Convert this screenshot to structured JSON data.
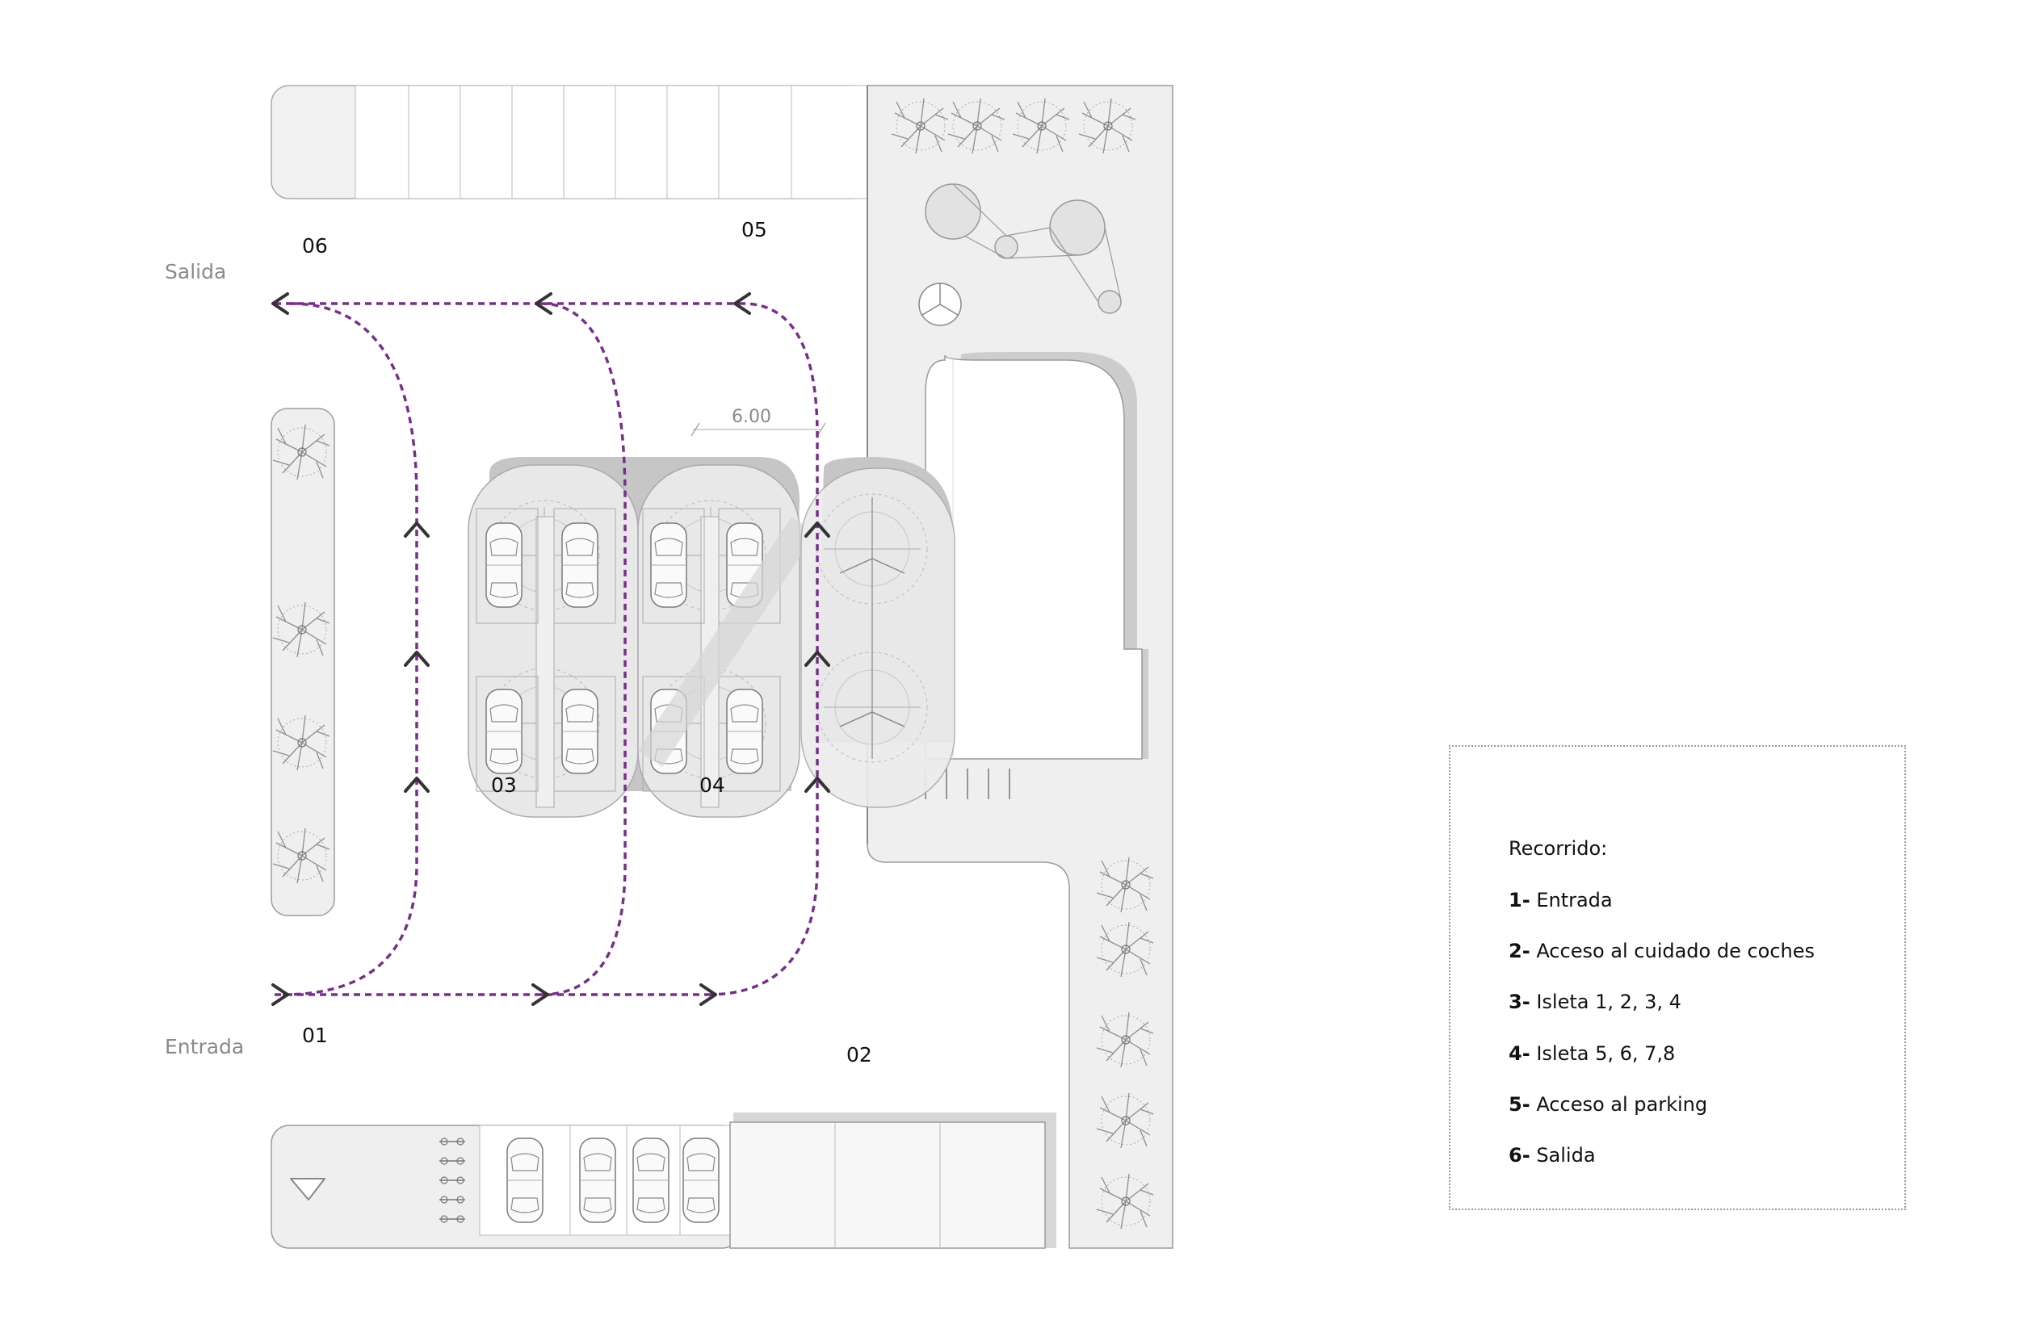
{
  "labels": {
    "salida": "Salida",
    "entrada": "Entrada",
    "n01": "01",
    "n02": "02",
    "n03": "03",
    "n04": "04",
    "n05": "05",
    "n06": "06",
    "dimension": "6.00"
  },
  "legend": {
    "title": "Recorrido:",
    "items": [
      {
        "num": "1-",
        "text": "Entrada"
      },
      {
        "num": "2-",
        "text": "Acceso al cuidado de coches"
      },
      {
        "num": "3-",
        "text": "Isleta 1, 2, 3, 4"
      },
      {
        "num": "4-",
        "text": "Isleta 5, 6, 7,8"
      },
      {
        "num": "5-",
        "text": "Acceso al parking"
      },
      {
        "num": "6-",
        "text": "Salida"
      }
    ]
  },
  "colors": {
    "route": "#7b2d8e",
    "ground": "#efefef",
    "outline": "#9b9b9b",
    "shadow": "#bdbdbd",
    "text_grey": "#8a8a8a"
  }
}
